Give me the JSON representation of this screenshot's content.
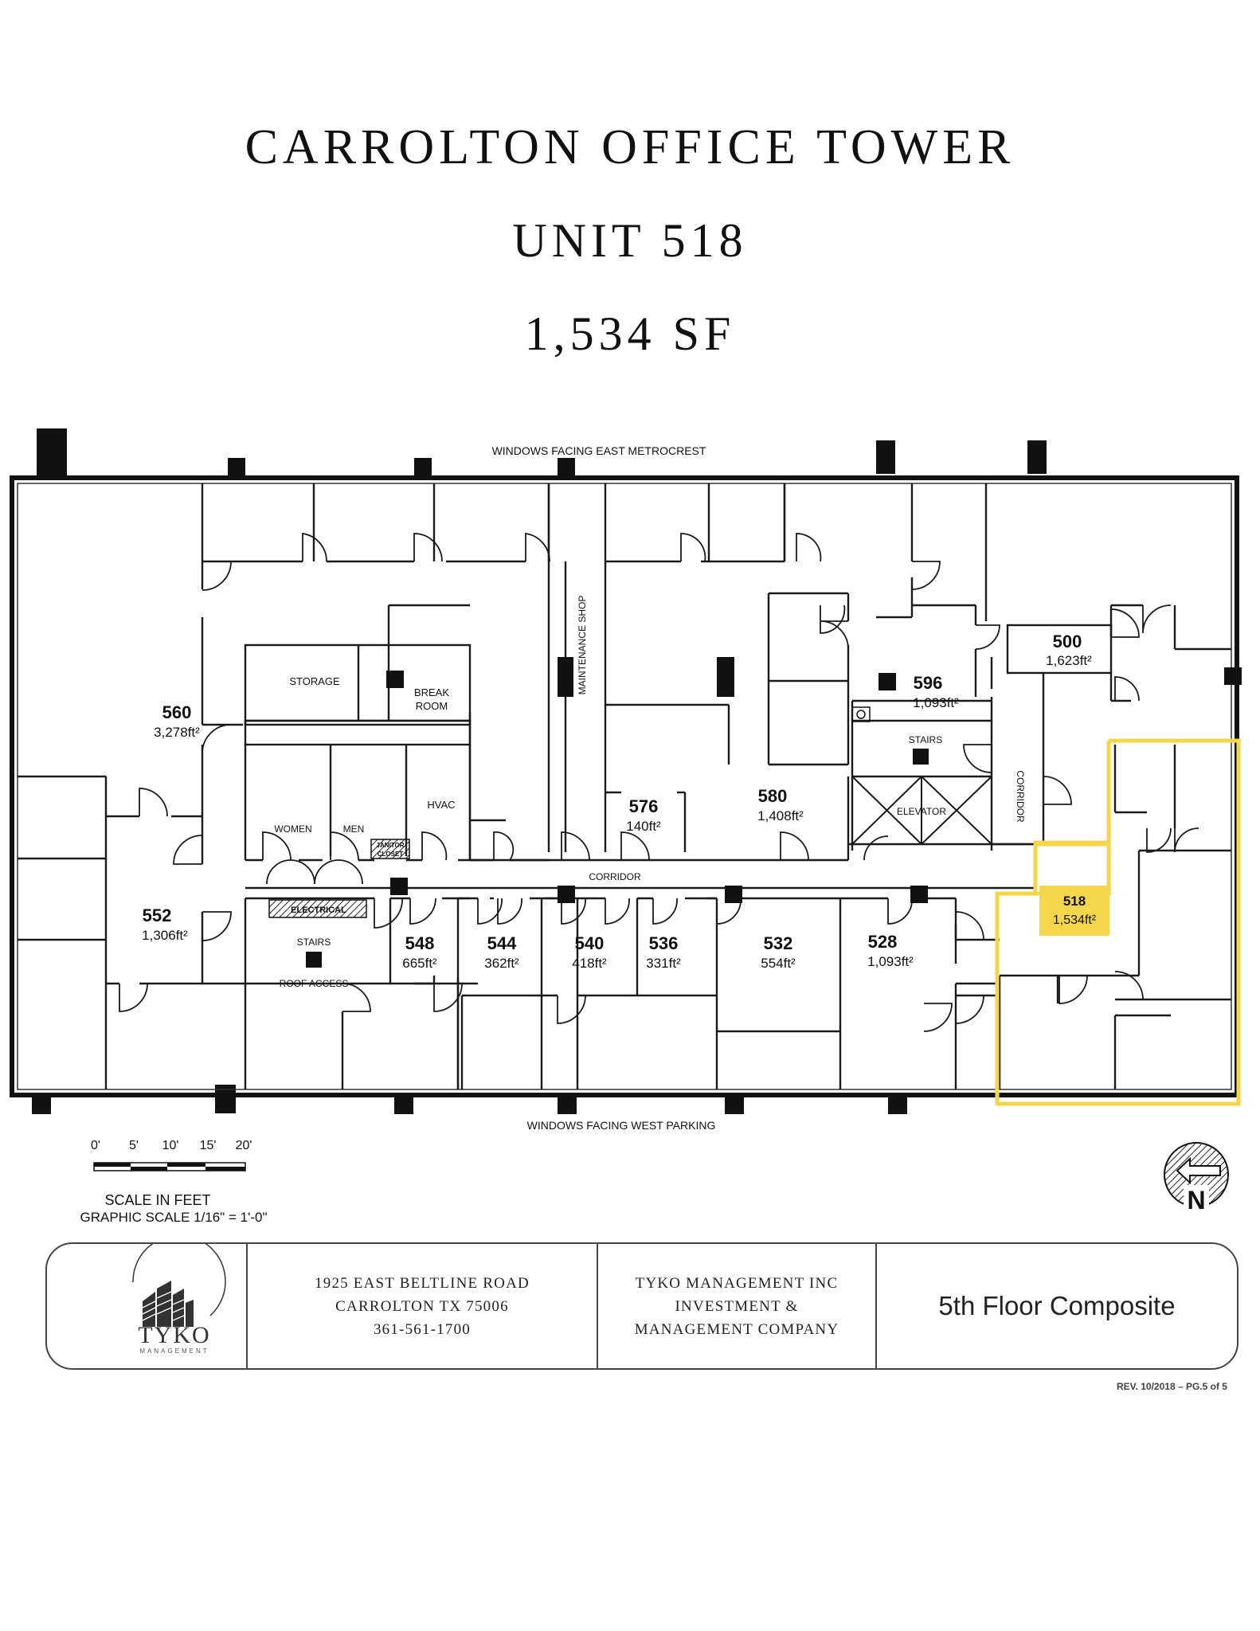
{
  "header": {
    "building": "CARROLTON OFFICE TOWER",
    "unit": "UNIT 518",
    "area": "1,534 SF"
  },
  "plan": {
    "top_label": "WINDOWS FACING EAST METROCREST",
    "bottom_label": "WINDOWS FACING WEST PARKING",
    "corridor_h": "CORRIDOR",
    "corridor_v": "CORRIDOR",
    "maintenance": "MAINTENANCE SHOP",
    "storage": "STORAGE",
    "break_room": [
      "BREAK",
      "ROOM"
    ],
    "women": "WOMEN",
    "men": "MEN",
    "hvac": "HVAC",
    "janitor": [
      "JANITOR",
      "CLOSET"
    ],
    "electrical": "ELECTRICAL",
    "stairs_west": "STAIRS",
    "roof_access": "ROOF ACCESS",
    "stairs_east": "STAIRS",
    "elevator": "ELEVATOR",
    "units": [
      {
        "id": "560",
        "area": "3,278ft²"
      },
      {
        "id": "552",
        "area": "1,306ft²"
      },
      {
        "id": "548",
        "area": "665ft²"
      },
      {
        "id": "544",
        "area": "362ft²"
      },
      {
        "id": "540",
        "area": "418ft²"
      },
      {
        "id": "536",
        "area": "331ft²"
      },
      {
        "id": "532",
        "area": "554ft²"
      },
      {
        "id": "528",
        "area": "1,093ft²"
      },
      {
        "id": "576",
        "area": "140ft²"
      },
      {
        "id": "580",
        "area": "1,408ft²"
      },
      {
        "id": "596",
        "area": "1,093ft²"
      },
      {
        "id": "500",
        "area": "1,623ft²"
      }
    ],
    "highlight": {
      "id": "518",
      "area": "1,534ft²",
      "color": "#f5d64a"
    },
    "scale_ticks": [
      "0'",
      "5'",
      "10'",
      "15'",
      "20'"
    ],
    "scale_title": "SCALE IN FEET",
    "scale_note": "GRAPHIC SCALE  1/16\" = 1'-0\"",
    "north": "N"
  },
  "title_block": {
    "logo_name": "TYKO",
    "logo_sub": "MANAGEMENT",
    "address": [
      "1925 EAST BELTLINE ROAD",
      "CARROLTON TX 75006",
      "361-561-1700"
    ],
    "company": [
      "TYKO MANAGEMENT INC",
      "INVESTMENT &",
      "MANAGEMENT COMPANY"
    ],
    "sheet": "5th Floor Composite"
  },
  "revision": "REV. 10/2018 – PG.5 of 5"
}
